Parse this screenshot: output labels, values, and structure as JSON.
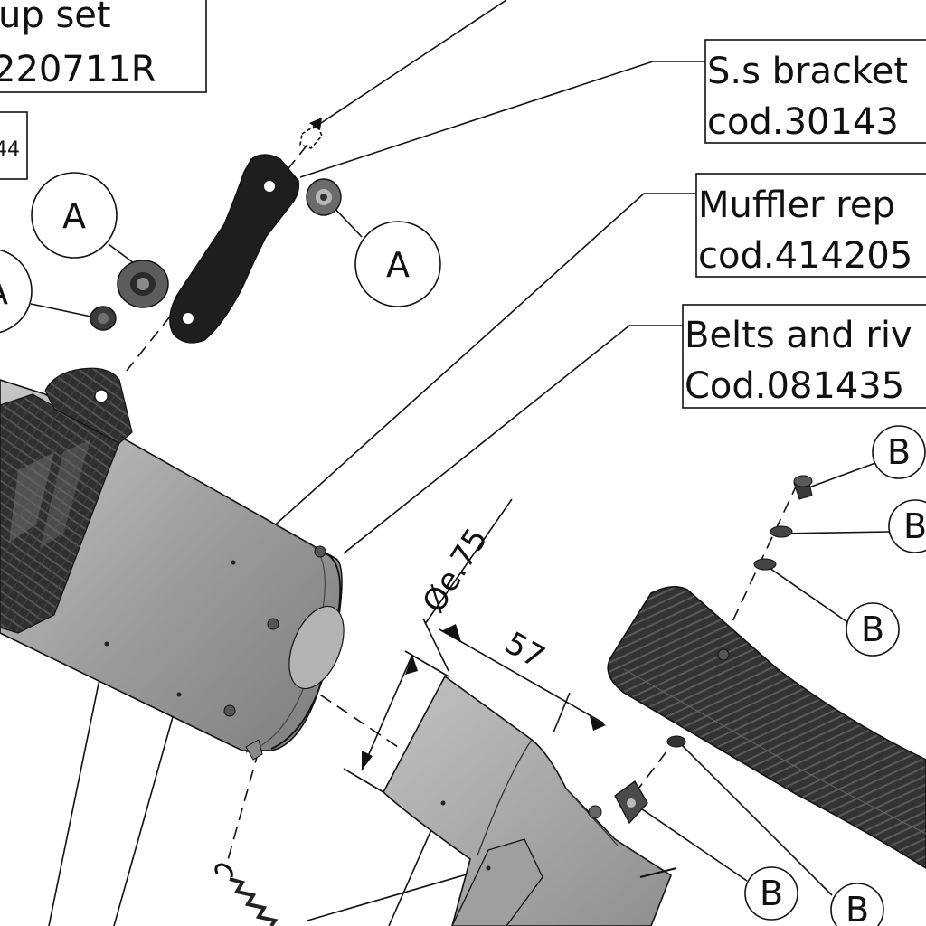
{
  "labels": {
    "kit_title_line1": "up set",
    "kit_title_line2": "220711R",
    "small_box": "44",
    "bracket_line1": "S.s bracket",
    "bracket_line2": "cod.30143",
    "muffler_line1": "Muffler rep",
    "muffler_line2": "cod.414205",
    "belts_line1": "Belts and riv",
    "belts_line2": "Cod.081435"
  },
  "callouts": {
    "a1": "A",
    "a2": "A",
    "a3": "A",
    "b1": "B",
    "b2": "B",
    "b3": "B",
    "b4": "B",
    "b5": "B"
  },
  "dimensions": {
    "diameter": "Øe.75",
    "length": "57"
  },
  "colors": {
    "line": "#111111",
    "muffler_body": "#9b9b9b",
    "carbon": "#3a3a3a",
    "bracket": "#1e1e1e",
    "link_pipe": "#a8a8a8"
  }
}
